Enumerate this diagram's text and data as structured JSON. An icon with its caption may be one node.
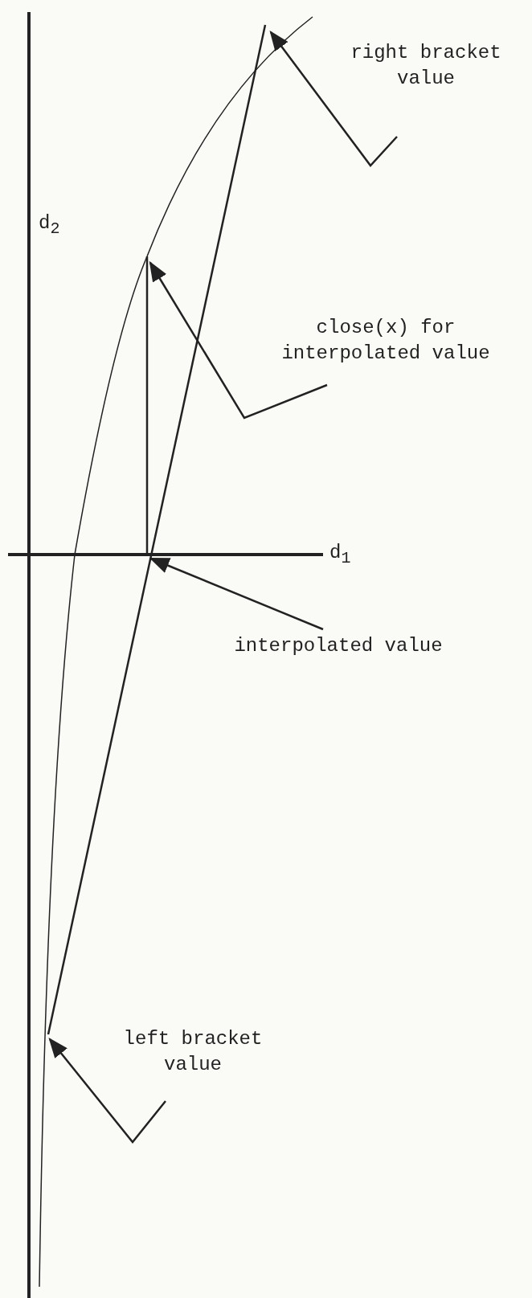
{
  "diagram": {
    "nodes": [
      {
        "text": [
          "right bracket value"
        ]
      },
      {
        "text": [
          "close(x) for interpolated value"
        ]
      },
      {
        "text": [
          "interpolated value"
        ]
      },
      {
        "text": [
          "left bracket value"
        ]
      }
    ],
    "edges": [
      {
        "from": 0,
        "to": null,
        "arrow": "to"
      },
      {
        "from": 1,
        "to": null,
        "arrow": "to"
      },
      {
        "from": 2,
        "to": null,
        "arrow": "to"
      },
      {
        "from": 3,
        "to": null,
        "arrow": "to"
      }
    ],
    "labels": [
      "d$_{2}$",
      "d$_{1}$"
    ]
  }
}
